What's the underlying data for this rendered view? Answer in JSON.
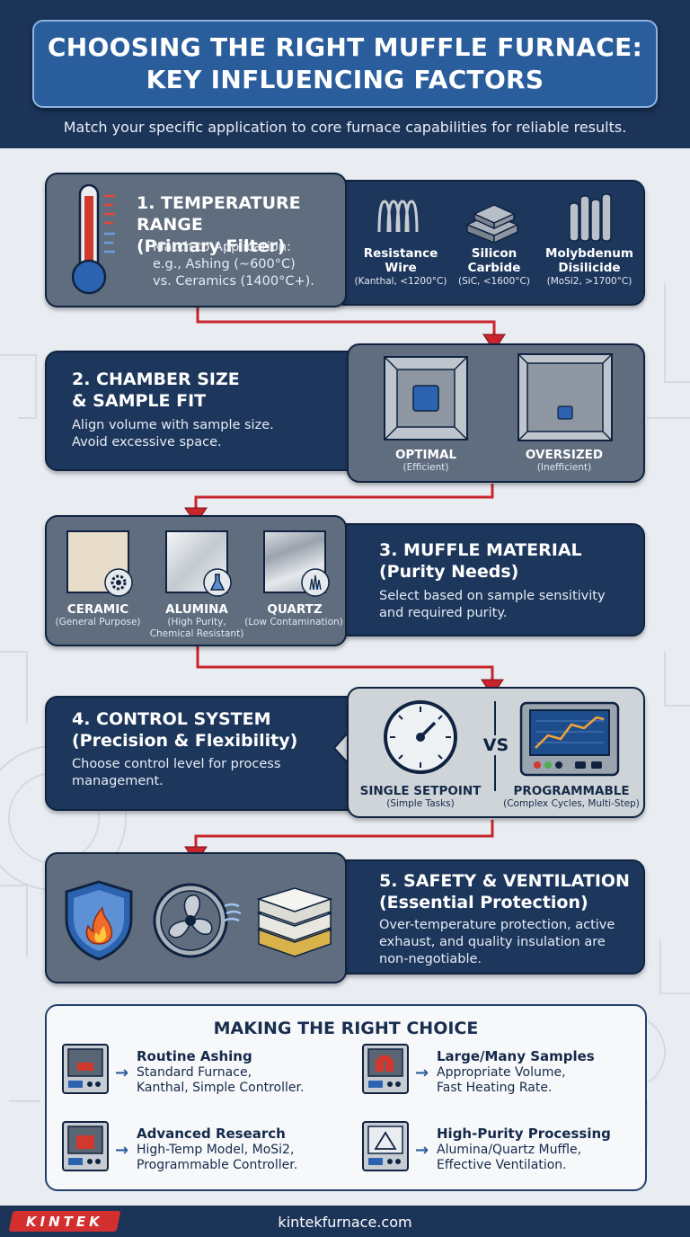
{
  "header": {
    "title_line1": "CHOOSING THE RIGHT MUFFLE FURNACE:",
    "title_line2": "KEY INFLUENCING FACTORS",
    "subtitle": "Match your specific application to core furnace capabilities for reliable results."
  },
  "colors": {
    "navy": "#1d375c",
    "gray_panel": "#5f6d7e",
    "accent_blue": "#2a5d9c",
    "flow_red": "#c8262c"
  },
  "factors": [
    {
      "title1": "1. TEMPERATURE RANGE",
      "title2": "(Primary Filter)",
      "body": [
        "Match to Application:",
        "e.g., Ashing (~600°C)",
        "vs. Ceramics (1400°C+)."
      ],
      "icon": "thermometer-icon",
      "items": [
        {
          "label1": "Resistance",
          "label2": "Wire",
          "sub": "(Kanthal, <1200°C)",
          "icon": "coil-icon"
        },
        {
          "label1": "Silicon",
          "label2": "Carbide",
          "sub": "(SiC, <1600°C)",
          "icon": "bars-icon"
        },
        {
          "label1": "Molybdenum",
          "label2": "Disilicide",
          "sub": "(MoSi2, >1700°C)",
          "icon": "rods-icon"
        }
      ]
    },
    {
      "title1": "2. CHAMBER SIZE",
      "title2": "& SAMPLE FIT",
      "body": [
        "Align volume with sample size.",
        "Avoid excessive space."
      ],
      "items": [
        {
          "label": "OPTIMAL",
          "sub": "(Efficient)",
          "icon": "chamber-optimal-icon"
        },
        {
          "label": "OVERSIZED",
          "sub": "(Inefficient)",
          "icon": "chamber-oversized-icon"
        }
      ]
    },
    {
      "title1": "3. MUFFLE MATERIAL",
      "title2": "(Purity Needs)",
      "body": [
        "Select based on sample sensitivity",
        "and required purity."
      ],
      "items": [
        {
          "label": "CERAMIC",
          "sub1": "(General Purpose)",
          "sub2": "",
          "icon": "gear-icon"
        },
        {
          "label": "ALUMINA",
          "sub1": "(High Purity,",
          "sub2": "Chemical Resistant)",
          "icon": "flask-icon"
        },
        {
          "label": "QUARTZ",
          "sub1": "(Low Contamination)",
          "sub2": "",
          "icon": "crystal-icon"
        }
      ]
    },
    {
      "title1": "4. CONTROL SYSTEM",
      "title2": "(Precision & Flexibility)",
      "body": [
        "Choose control level for process",
        "management."
      ],
      "vs": "VS",
      "items": [
        {
          "label": "SINGLE SETPOINT",
          "sub": "(Simple Tasks)",
          "icon": "dial-icon"
        },
        {
          "label": "PROGRAMMABLE",
          "sub": "(Complex Cycles, Multi-Step)",
          "icon": "screen-controller-icon"
        }
      ]
    },
    {
      "title1": "5. SAFETY & VENTILATION",
      "title2": "(Essential Protection)",
      "body": [
        "Over-temperature protection, active",
        "exhaust, and quality insulation are",
        "non-negotiable."
      ],
      "icons": [
        "shield-fire-icon",
        "fan-icon",
        "insulation-icon"
      ]
    }
  ],
  "choice": {
    "title": "MAKING THE RIGHT CHOICE",
    "items": [
      {
        "head": "Routine Ashing",
        "line1": "Standard Furnace,",
        "line2": "Kanthal, Simple Controller."
      },
      {
        "head": "Large/Many Samples",
        "line1": "Appropriate Volume,",
        "line2": "Fast Heating Rate."
      },
      {
        "head": "Advanced Research",
        "line1": "High-Temp Model, MoSi2,",
        "line2": "Programmable Controller."
      },
      {
        "head": "High-Purity Processing",
        "line1": "Alumina/Quartz Muffle,",
        "line2": "Effective Ventilation."
      }
    ]
  },
  "footer": {
    "logo": "KINTEK",
    "url": "kintekfurnace.com"
  }
}
